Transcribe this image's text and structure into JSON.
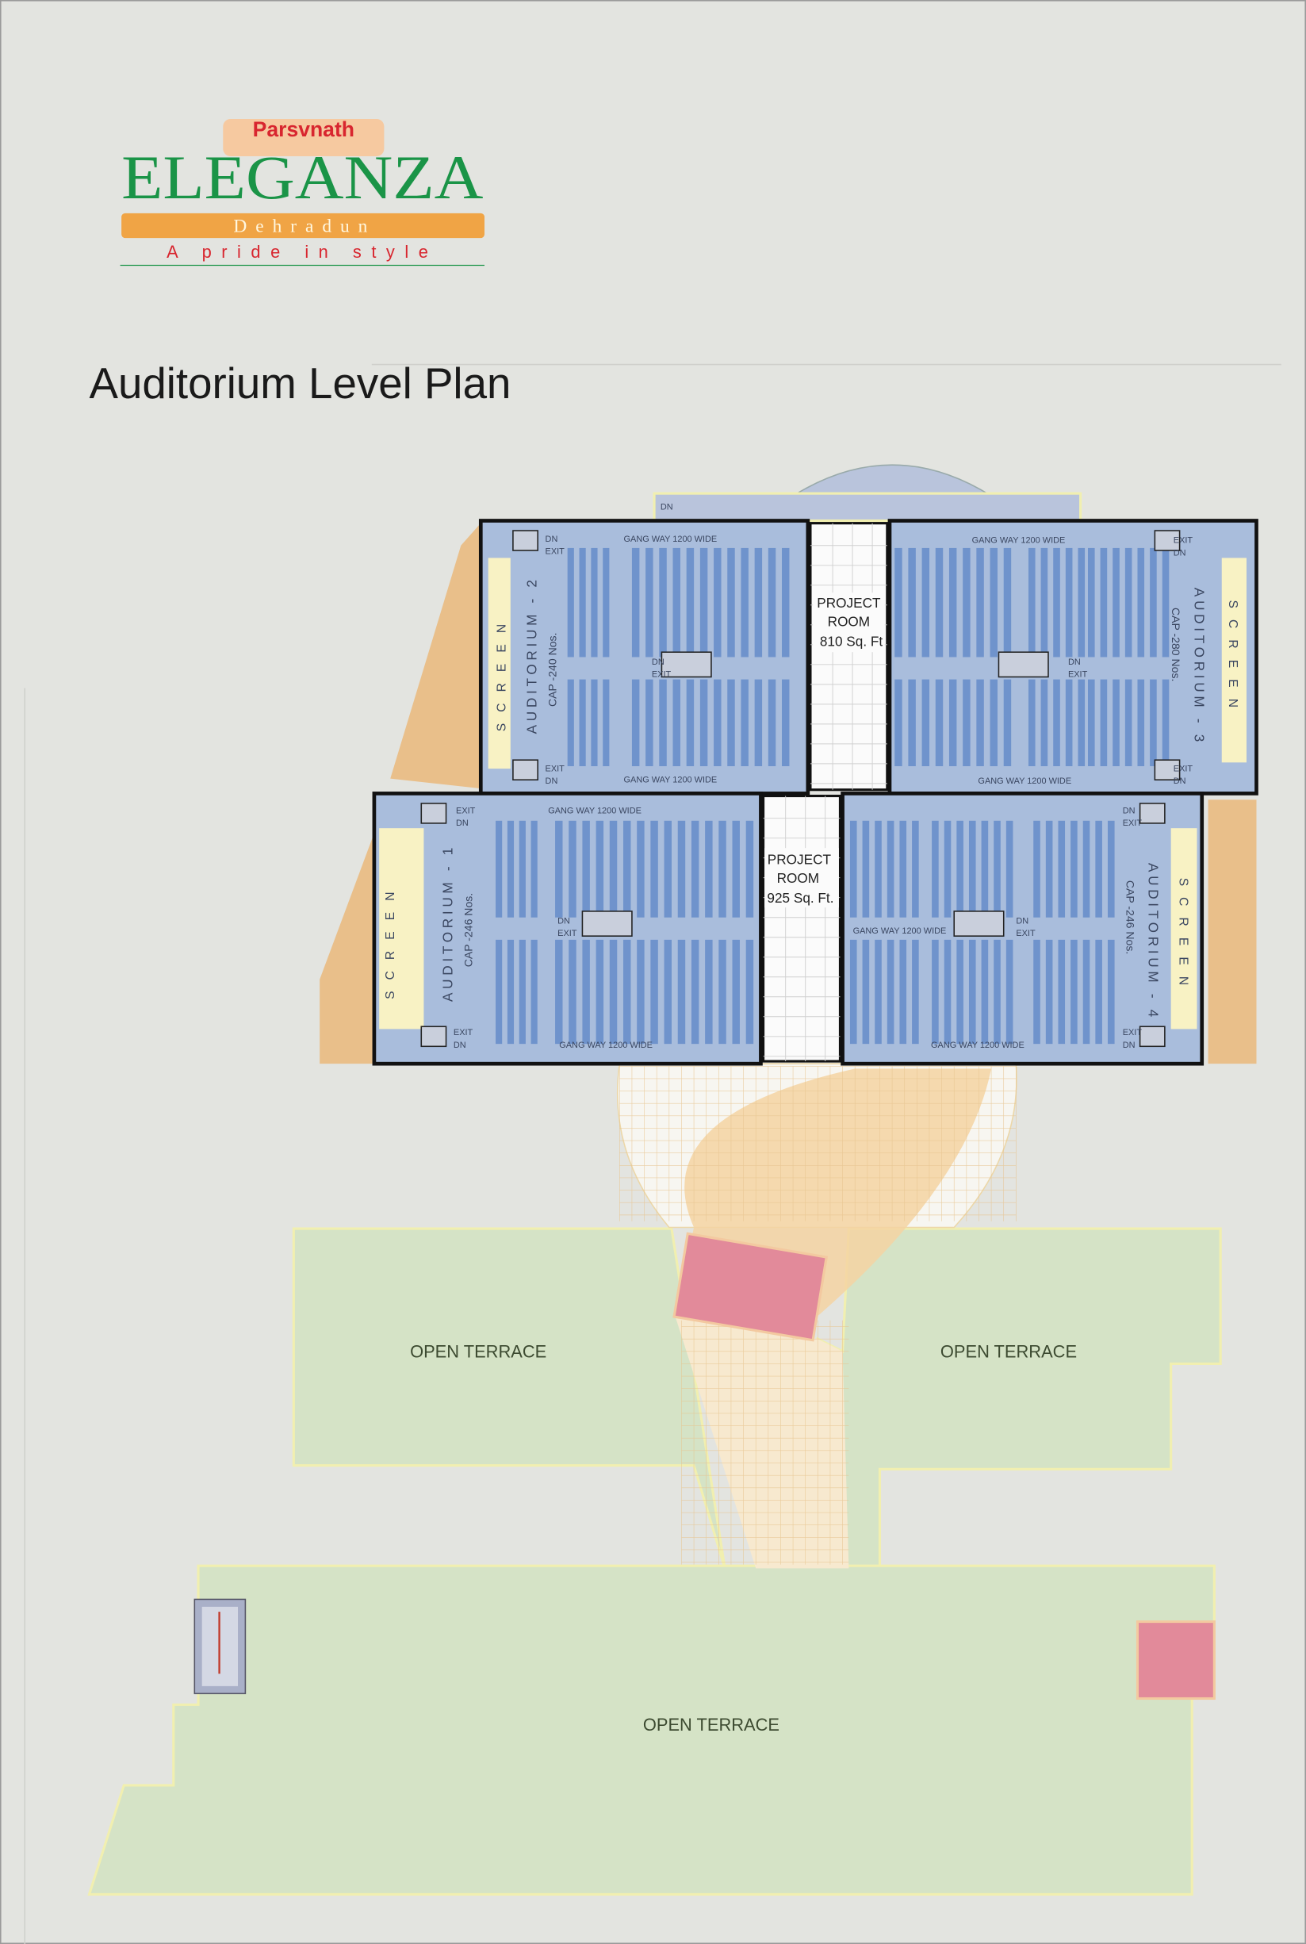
{
  "logo": {
    "brand": "Parsvnath",
    "name": "ELEGANZA",
    "city": "Dehradun",
    "tagline": "A pride in style"
  },
  "title": "Auditorium Level Plan",
  "auditoriums": [
    {
      "name": "AUDITORIUM - 1",
      "capacity": "CAP -246 Nos.",
      "screen": "SCREEN"
    },
    {
      "name": "AUDITORIUM - 2",
      "capacity": "CAP -240 Nos.",
      "screen": "SCREEN"
    },
    {
      "name": "AUDITORIUM - 3",
      "capacity": "CAP -280 Nos.",
      "screen": "SCREEN"
    },
    {
      "name": "AUDITORIUM - 4",
      "capacity": "CAP -246 Nos.",
      "screen": "SCREEN"
    }
  ],
  "project_rooms": [
    {
      "line1": "PROJECT",
      "line2": "ROOM",
      "area": "810 Sq. Ft"
    },
    {
      "line1": "PROJECT",
      "line2": "ROOM",
      "area": "925 Sq. Ft."
    }
  ],
  "gangway": "GANG WAY 1200 WIDE",
  "dn": "DN",
  "exit": "EXIT",
  "terraces": [
    "OPEN TERRACE",
    "OPEN TERRACE",
    "OPEN TERRACE"
  ],
  "colors": {
    "background": "#e3e4e0",
    "auditorium": "#a9bddc",
    "seats": "#6f93cc",
    "screen": "#f8f2c4",
    "wedge": "#e9bf8a",
    "terrace": "#d5e3c6",
    "pink": "#e28a9a",
    "logo_green": "#1a9447",
    "logo_orange": "#f0a445",
    "logo_red": "#d8262f"
  }
}
